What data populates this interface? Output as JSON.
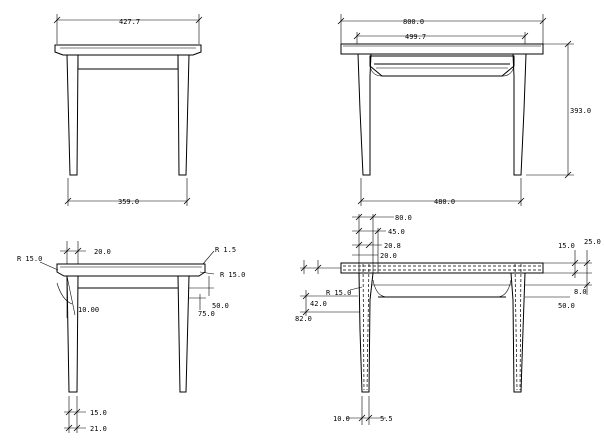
{
  "views": {
    "side_view": {
      "top_width": "427.7",
      "leg_span": "359.0"
    },
    "front_view": {
      "top_width": "800.0",
      "apron_width": "499.7",
      "leg_span": "480.0",
      "height": "393.0"
    },
    "side_detail": {
      "leg_offset": "20.0",
      "radius_left": "R 15.0",
      "radius_right": "R 1.5",
      "radius_small": "R 15.0",
      "angle": "10.00",
      "apron_height": "50.0",
      "apron_drop": "75.0",
      "leg_bottom": "15.0",
      "leg_top": "21.0"
    },
    "front_detail": {
      "dim_80": "80.0",
      "dim_45": "45.0",
      "dim_20_8": "20.8",
      "dim_20": "20.0",
      "dim_15": "15.0",
      "dim_25": "25.0",
      "dim_8": "8.0",
      "radius": "R 15.0",
      "dim_42": "42.0",
      "dim_82": "82.0",
      "dim_50": "50.0",
      "leg_bottom_left": "10.0",
      "leg_bottom_right": "5.5"
    }
  }
}
